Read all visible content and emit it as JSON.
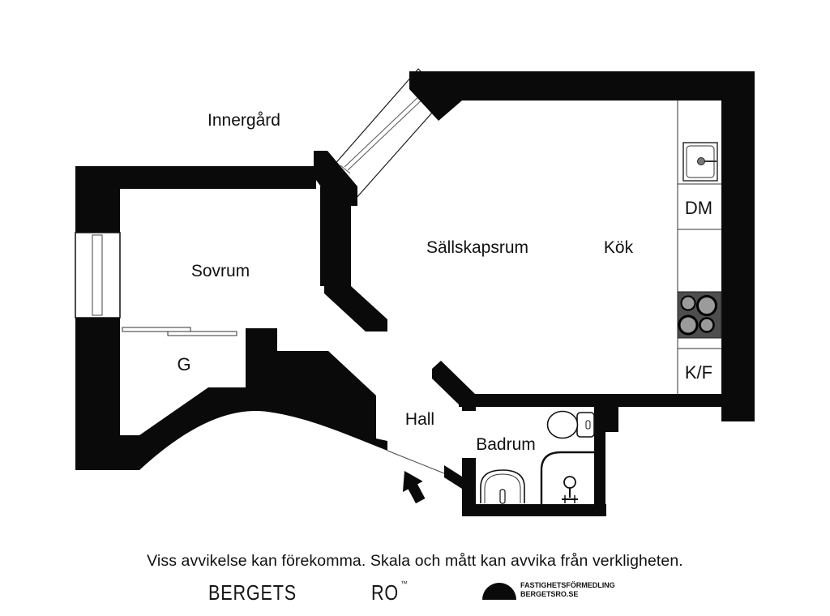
{
  "colors": {
    "wall": "#0a0a0a",
    "thin_line": "#333333",
    "stove_bg": "#4e4e4e",
    "burner": "#9b9b9b",
    "text": "#111111"
  },
  "labels": {
    "courtyard": "Innergård",
    "bedroom": "Sovrum",
    "living_room": "Sällskapsrum",
    "kitchen": "Kök",
    "dishwasher": "DM",
    "fridge_freezer": "K/F",
    "wardrobe": "G",
    "hall": "Hall",
    "bathroom": "Badrum"
  },
  "footer": {
    "disclaimer": "Viss avvikelse kan förekomma. Skala och mått kan avvika från verkligheten.",
    "brand_first": "BERGETS",
    "brand_second": "RO",
    "trademark": "™",
    "company_line1": "FASTIGHETSFÖRMEDLING",
    "company_line2": "BERGETSRO.SE"
  }
}
